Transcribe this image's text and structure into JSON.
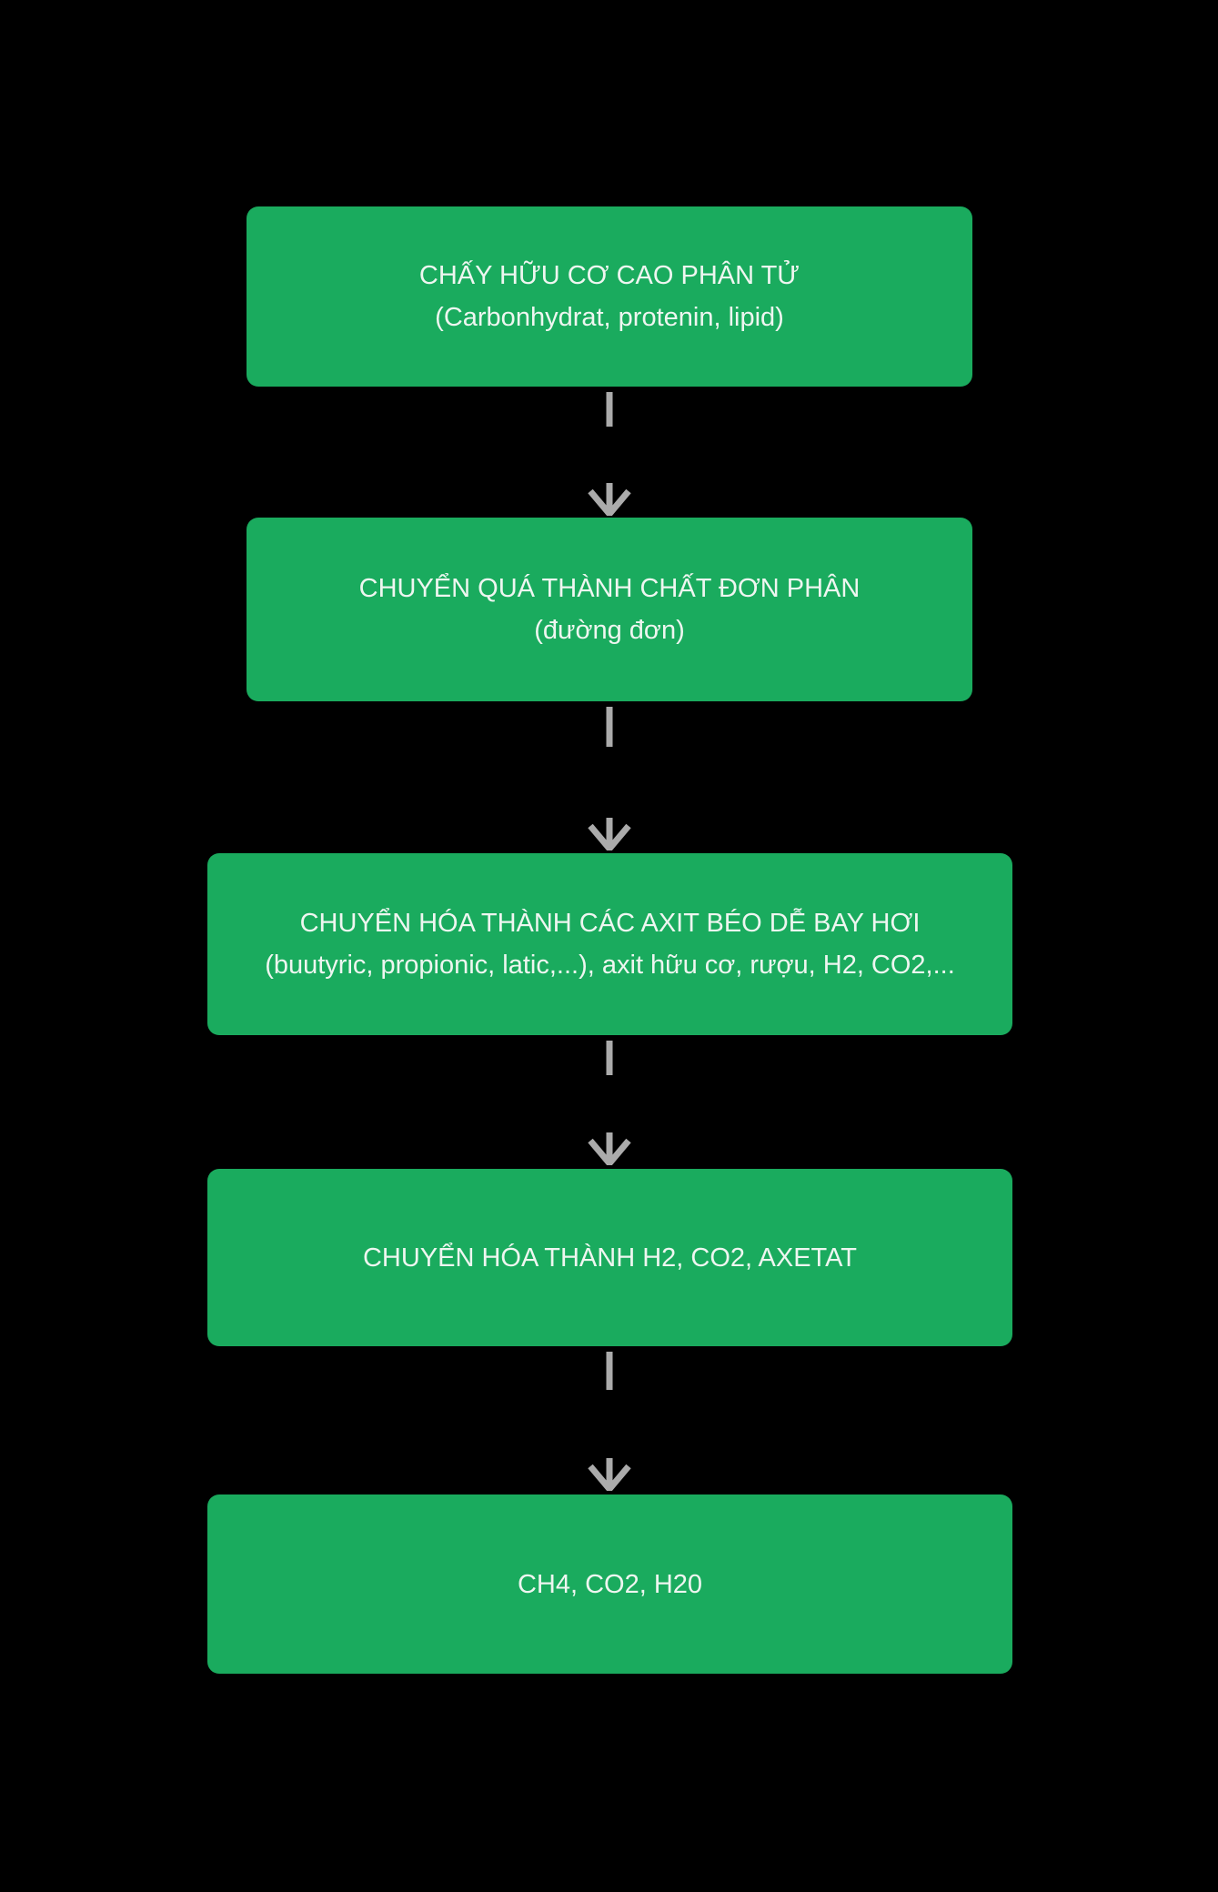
{
  "diagram": {
    "background_color": "#000000",
    "node_fill_color": "#1aab5e",
    "node_text_color": "#eef6f0",
    "arrow_color": "#ababab",
    "nodes": [
      {
        "id": "step-1",
        "line1": "CHẤY HỮU CƠ CAO PHÂN TỬ",
        "line2": "(Carbonhydrat, protenin, lipid)"
      },
      {
        "id": "step-2",
        "line1": "CHUYỂN QUÁ THÀNH CHẤT ĐƠN PHÂN",
        "line2": "(đường đơn)"
      },
      {
        "id": "step-3",
        "line1": "CHUYỂN HÓA THÀNH CÁC AXIT BÉO DỄ BAY HƠI",
        "line2": "(buutyric, propionic, latic,...), axit hữu cơ, rượu, H2, CO2,..."
      },
      {
        "id": "step-4",
        "line1": "CHUYỂN HÓA THÀNH H2, CO2, AXETAT",
        "line2": ""
      },
      {
        "id": "step-5",
        "line1": "CH4, CO2, H20",
        "line2": ""
      }
    ]
  }
}
